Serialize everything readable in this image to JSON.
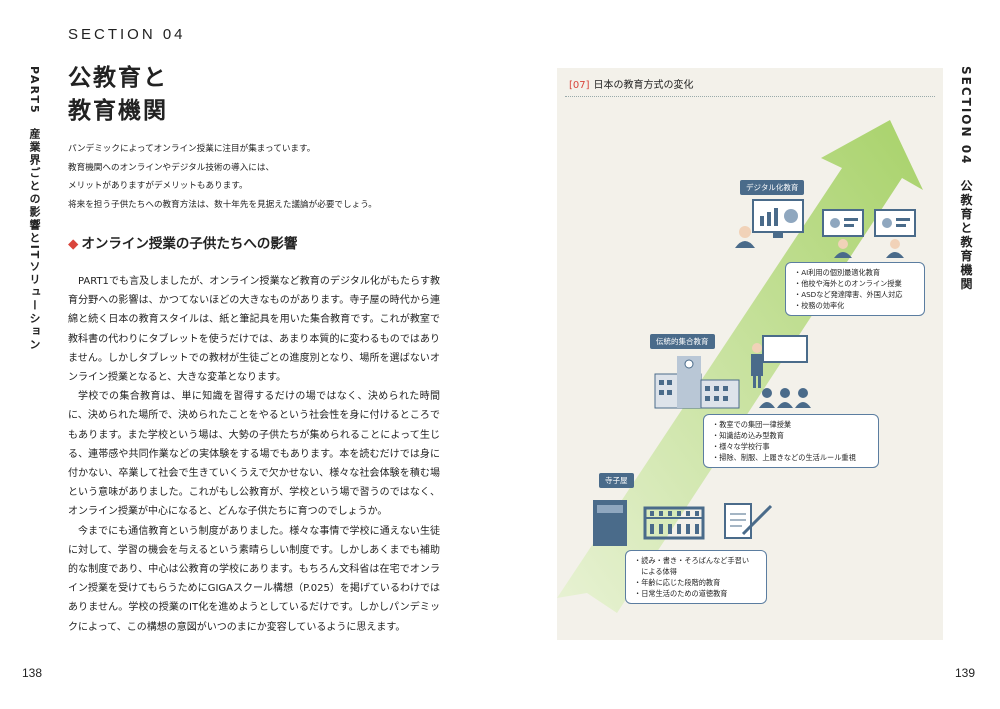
{
  "section_label": "SECTION 04",
  "part_vertical": "PART5　産業界ごとの影響とITソリューション",
  "right_vertical": "SECTION 04　公教育と教育機関",
  "title_lines": [
    "公教育と",
    "教育機関"
  ],
  "lead": [
    "パンデミックによってオンライン授業に注目が集まっています。",
    "教育機関へのオンラインやデジタル技術の導入には、",
    "メリットがありますがデメリットもあります。",
    "将来を担う子供たちへの教育方法は、数十年先を見据えた議論が必要でしょう。"
  ],
  "sub_heading": "オンライン授業の子供たちへの影響",
  "body": [
    "PART1でも言及しましたが、オンライン授業など教育のデジタル化がもたらす教育分野への影響は、かつてないほどの大きなものがあります。寺子屋の時代から連綿と続く日本の教育スタイルは、紙と筆記具を用いた集合教育です。これが教室で教科書の代わりにタブレットを使うだけでは、あまり本質的に変わるものではありません。しかしタブレットでの教材が生徒ごとの進度別となり、場所を選ばないオンライン授業となると、大きな変革となります。",
    "学校での集合教育は、単に知識を習得するだけの場ではなく、決められた時間に、決められた場所で、決められたことをやるという社会性を身に付けるところでもあります。また学校という場は、大勢の子供たちが集められることによって生じる、連帯感や共同作業などの実体験をする場でもあります。本を読むだけでは身に付かない、卒業して社会で生きていくうえで欠かせない、様々な社会体験を積む場という意味がありました。これがもし公教育が、学校という場で習うのではなく、オンライン授業が中心になると、どんな子供たちに育つのでしょうか。",
    "今までにも通信教育という制度がありました。様々な事情で学校に通えない生徒に対して、学習の機会を与えるという素晴らしい制度です。しかしあくまでも補助的な制度であり、中心は公教育の学校にあります。もちろん文科省は在宅でオンライン授業を受けてもらうためにGIGAスクール構想（P.025）を掲げているわけではありません。学校の授業のIT化を進めようとしているだけです。しかしパンデミックによって、この構想の意図がいつのまにか変容しているように思えます。"
  ],
  "page_left": "138",
  "page_right": "139",
  "figure": {
    "number": "[07]",
    "title": "日本の教育方式の変化",
    "stages": [
      {
        "tag": "デジタル化教育",
        "items": [
          "・AI利用の個別最適化教育",
          "・他校や海外とのオンライン授業",
          "・ASDなど発達障害、外国人対応",
          "・校務の効率化"
        ]
      },
      {
        "tag": "伝統的集合教育",
        "items": [
          "・教室での集団一律授業",
          "・知識詰め込み型教育",
          "・様々な学校行事",
          "・掃除、制服、上履きなどの生活ルール重視"
        ]
      },
      {
        "tag": "寺子屋",
        "items": [
          "・読み・書き・そろばんなど手習い",
          "　による体得",
          "・年齢に応じた段階的教育",
          "・日常生活のための道徳教育"
        ]
      }
    ]
  }
}
